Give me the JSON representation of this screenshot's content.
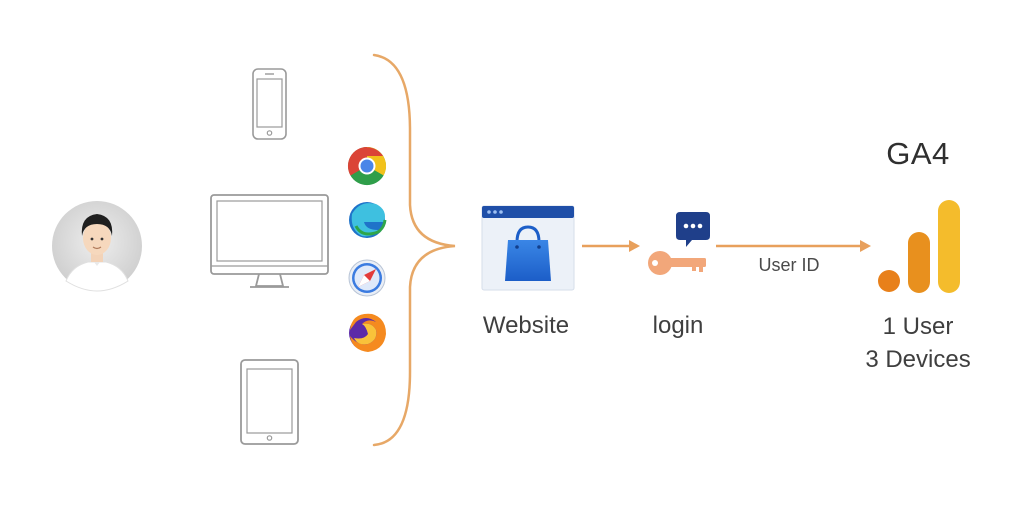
{
  "title": "GA4",
  "nodes": {
    "website": "Website",
    "login": "login"
  },
  "edge_label": "User ID",
  "result": {
    "line1": "1 User",
    "line2": "3 Devices"
  },
  "colors": {
    "accent_orange": "#e8a05c",
    "ga4_yellow": "#f4bc2c",
    "ga4_orange": "#e8801a",
    "website_blue": "#2a5fc0",
    "device_outline": "#9a9a9a",
    "text": "#3f3f3f"
  },
  "icons": {
    "user": "person-avatar-icon",
    "devices": [
      "smartphone-icon",
      "desktop-monitor-icon",
      "tablet-icon"
    ],
    "browsers": [
      "chrome-icon",
      "edge-icon",
      "safari-icon",
      "firefox-icon"
    ],
    "website": "shopping-bag-browser-icon",
    "login": "key-chat-icon",
    "analytics": "google-analytics-icon"
  }
}
